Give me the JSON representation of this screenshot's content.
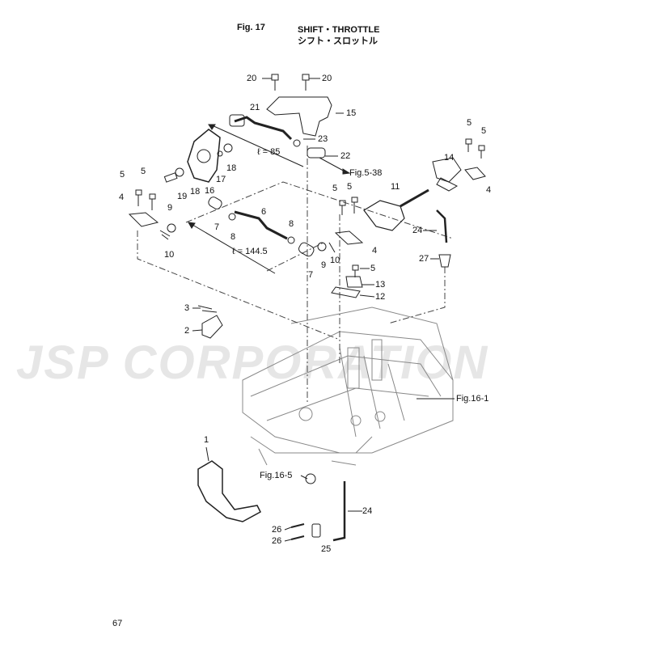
{
  "header": {
    "fig": "Fig. 17",
    "title_en": "SHIFT・THROTTLE",
    "title_jp": "シフト・スロットル"
  },
  "watermark": "JSP CORPORATION",
  "page_number": "67",
  "callouts": {
    "c20a": "20",
    "c20b": "20",
    "c21": "21",
    "c15": "15",
    "c23": "23",
    "c22": "22",
    "l85": "ℓ = 85",
    "fig538": "Fig.5-38",
    "c18a": "18",
    "c17": "17",
    "c16": "16",
    "c18b": "18",
    "c19": "19",
    "c5a": "5",
    "c5b": "5",
    "c4a": "4",
    "c9a": "9",
    "c10a": "10",
    "c7a": "7",
    "c8a": "8",
    "c6": "6",
    "c8b": "8",
    "l1445": "ℓ = 144.5",
    "c7b": "7",
    "c9b": "9",
    "c10b": "10",
    "c5c": "5",
    "c5d": "5",
    "c4b": "4",
    "c11": "11",
    "c5e": "5",
    "c5f": "5",
    "c14": "14",
    "c4c": "4",
    "c24a": "24",
    "c27": "27",
    "c5g": "5",
    "c13": "13",
    "c12": "12",
    "c3": "3",
    "c2": "2",
    "fig161": "Fig.16-1",
    "c1": "1",
    "fig165": "Fig.16-5",
    "c24b": "24",
    "c26a": "26",
    "c26b": "26",
    "c25": "25"
  }
}
